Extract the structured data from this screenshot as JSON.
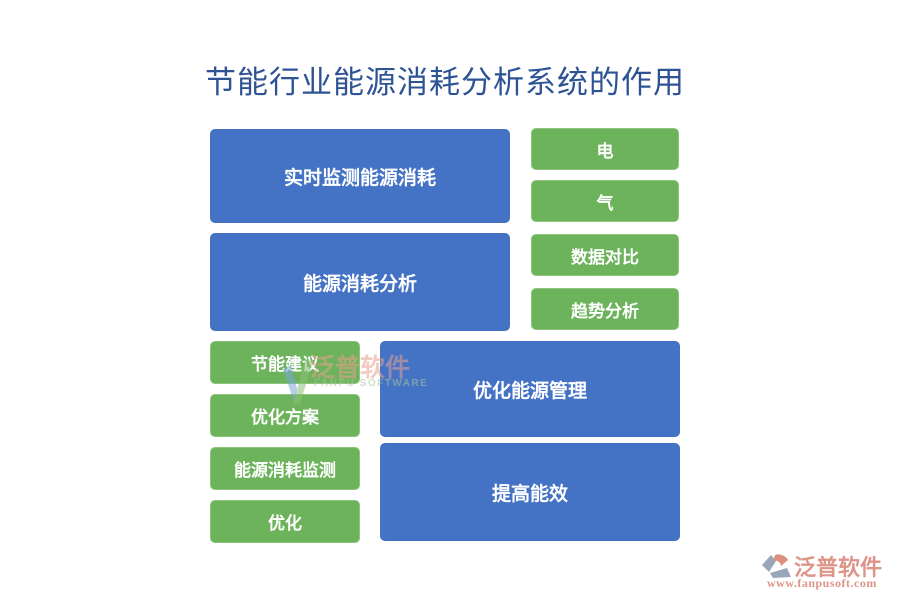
{
  "title": "节能行业能源消耗分析系统的作用",
  "diagram": {
    "blue_boxes": {
      "realtime": "实时监测能源消耗",
      "analysis": "能源消耗分析",
      "manage": "优化能源管理",
      "efficiency": "提高能效"
    },
    "green_boxes": {
      "electric": "电",
      "gas": "气",
      "compare": "数据对比",
      "trend": "趋势分析",
      "suggest": "节能建议",
      "plan": "优化方案",
      "monitor": "能源消耗监测",
      "optimize": "优化"
    }
  },
  "colors": {
    "blue_shape": "#4472c4",
    "green_shape": "#6db35c",
    "title_text": "#2e5395",
    "brand_text": "#de9589"
  },
  "watermark": {
    "name": "泛普软件",
    "subtitle": "FANPU SOFTWARE"
  },
  "footer": {
    "brand": "泛普软件",
    "url": "www.fanpusoft.com"
  }
}
